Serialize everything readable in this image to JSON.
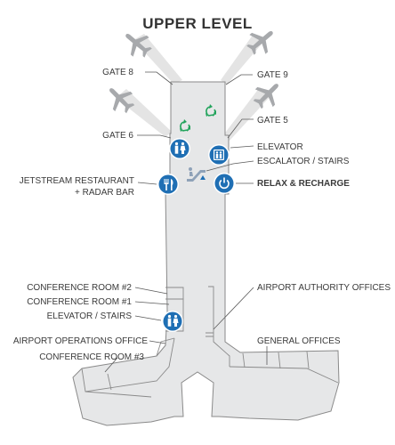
{
  "title": "UPPER LEVEL",
  "labels": {
    "gate8": "GATE 8",
    "gate9": "GATE 9",
    "gate5": "GATE 5",
    "gate6": "GATE 6",
    "elevator": "ELEVATOR",
    "escalator_stairs": "ESCALATOR / STAIRS",
    "jetstream_line1": "JETSTREAM RESTAURANT",
    "jetstream_line2": "+ RADAR BAR",
    "relax_recharge": "RELAX & RECHARGE",
    "conf2": "CONFERENCE ROOM #2",
    "conf1": "CONFERENCE ROOM #1",
    "elevator_stairs": "ELEVATOR / STAIRS",
    "airport_ops": "AIRPORT OPERATIONS OFFICE",
    "conf3": "CONFERENCE ROOM #3",
    "airport_authority": "AIRPORT AUTHORITY OFFICES",
    "general_offices": "GENERAL OFFICES"
  },
  "icons": {
    "airplane": "airplane-icon",
    "recycle": "recycling-icon",
    "restroom": "restroom-icon",
    "elevator": "elevator-icon",
    "escalator": "escalator-icon",
    "restaurant": "restaurant-icon",
    "charging": "charging-icon"
  },
  "colors": {
    "building_fill": "#e6e7e8",
    "icon_blue": "#1f6fb4",
    "recycle_green": "#21a35b",
    "airplane_gray": "#a7a9ac"
  }
}
